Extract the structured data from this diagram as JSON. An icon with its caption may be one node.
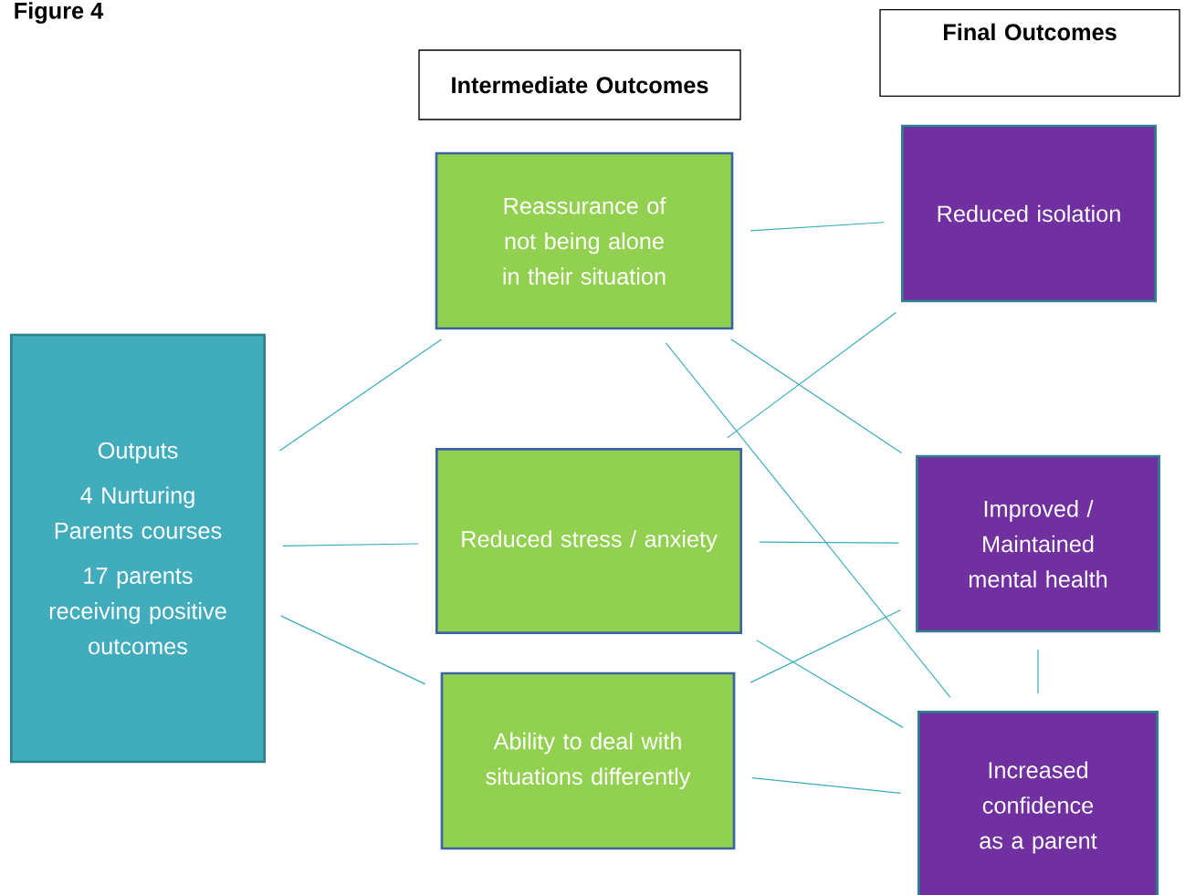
{
  "diagram": {
    "title": "Figure 4",
    "nodes": [
      {
        "text": [
          "Intermediate Outcomes"
        ]
      },
      {
        "text": [
          "Final Outcomes"
        ]
      },
      {
        "text": [
          "Outputs",
          "4 Nurturing Parents courses",
          "17 parents receiving positive outcomes"
        ]
      },
      {
        "text": [
          "Reassurance of not being alone in their situation"
        ]
      },
      {
        "text": [
          "Reduced stress / anxiety"
        ]
      },
      {
        "text": [
          "Ability to deal with situations differently"
        ]
      },
      {
        "text": [
          "Reduced isolation"
        ]
      },
      {
        "text": [
          "Improved / Maintained mental health"
        ]
      },
      {
        "text": [
          "Increased confidence as a parent"
        ]
      }
    ],
    "edges": [
      {
        "from": 2,
        "to": 3,
        "arrow": "none"
      },
      {
        "from": 2,
        "to": 4,
        "arrow": "none"
      },
      {
        "from": 2,
        "to": 5,
        "arrow": "none"
      },
      {
        "from": 3,
        "to": 6,
        "arrow": "none"
      },
      {
        "from": 3,
        "to": 7,
        "arrow": "none"
      },
      {
        "from": 3,
        "to": 8,
        "arrow": "none"
      },
      {
        "from": 4,
        "to": 6,
        "arrow": "none"
      },
      {
        "from": 4,
        "to": 7,
        "arrow": "none"
      },
      {
        "from": 4,
        "to": 8,
        "arrow": "none"
      },
      {
        "from": 5,
        "to": 7,
        "arrow": "none"
      },
      {
        "from": 5,
        "to": 8,
        "arrow": "none"
      },
      {
        "from": 7,
        "to": 8,
        "arrow": "none"
      }
    ]
  }
}
